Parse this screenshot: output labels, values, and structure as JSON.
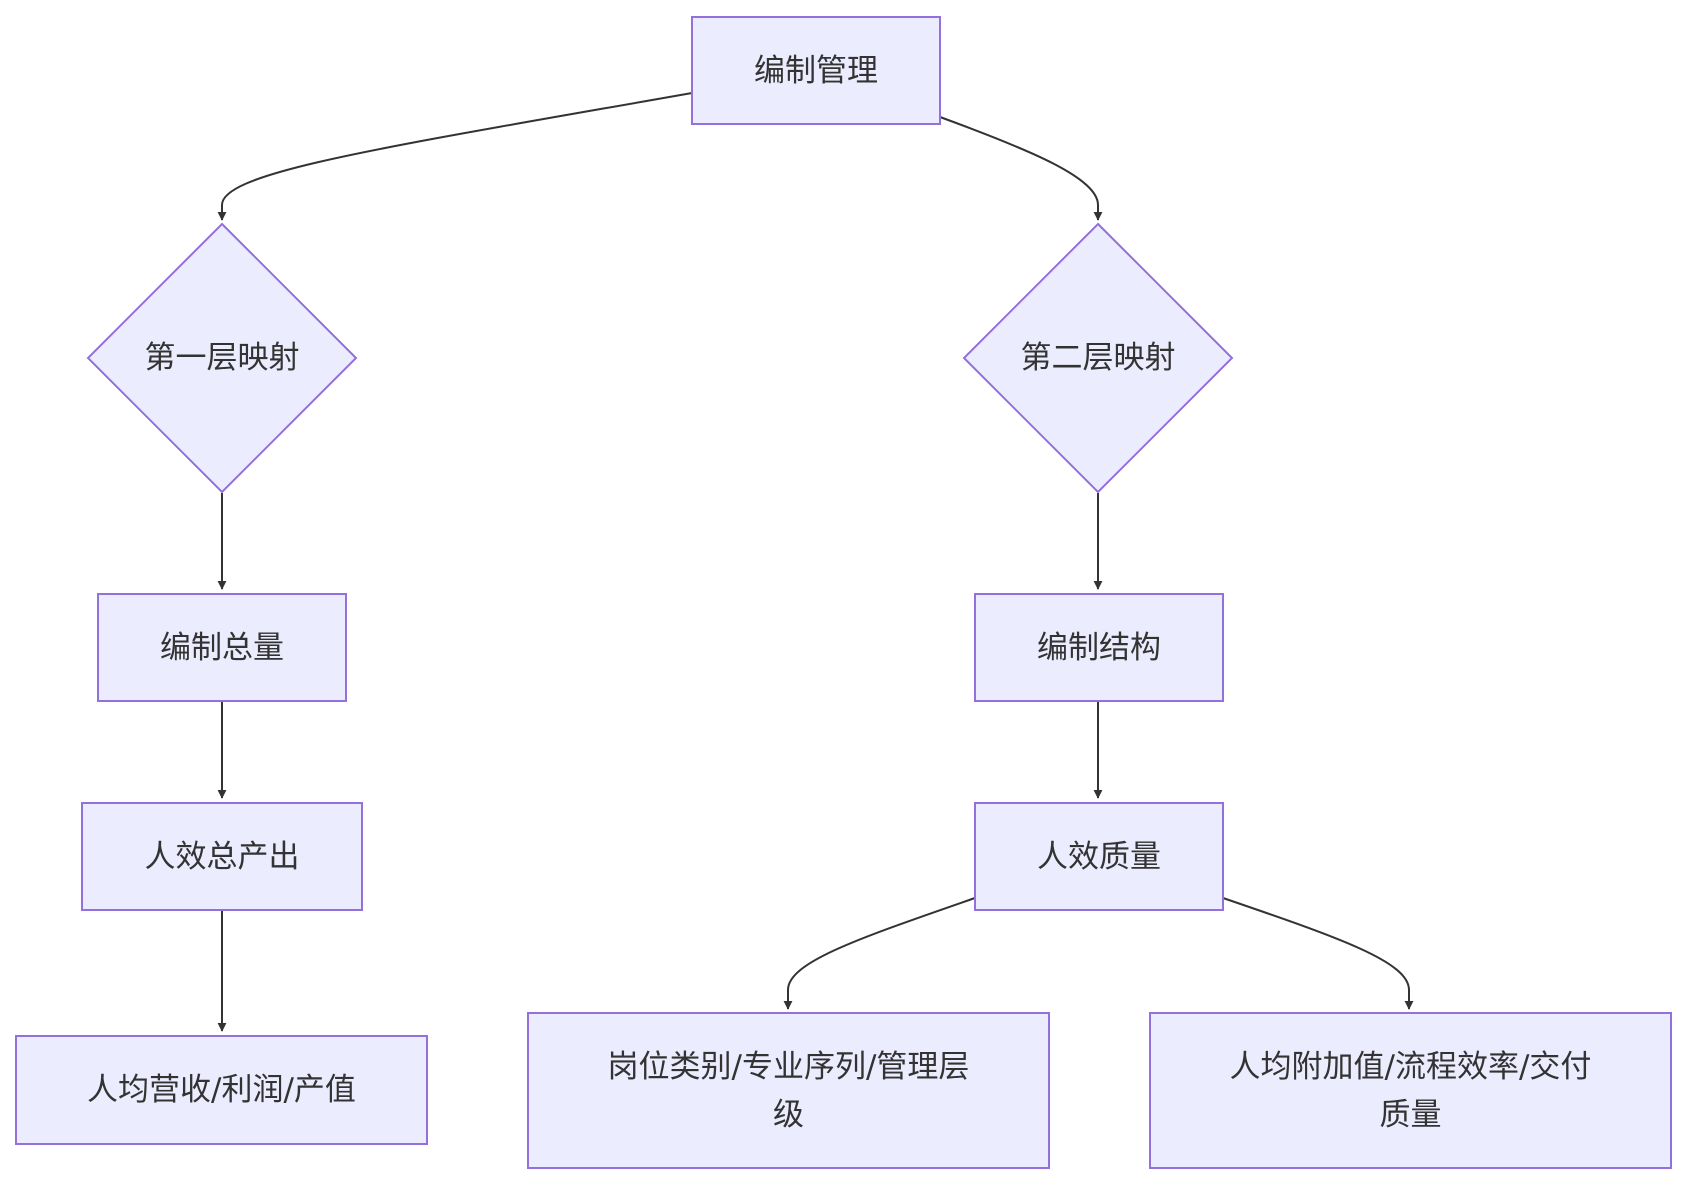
{
  "diagram": {
    "type": "flowchart",
    "colors": {
      "node_fill": "#ececff",
      "node_border": "#9370db",
      "edge": "#333333",
      "text": "#333333"
    },
    "nodes": {
      "root": "编制管理",
      "layer1": "第一层映射",
      "layer2": "第二层映射",
      "total": "编制总量",
      "structure": "编制结构",
      "output": "人效总产出",
      "quality": "人效质量",
      "per_capita": "人均营收/利润/产值",
      "positions": "岗位类别/专业序列/管理层级",
      "value_added": "人均附加值/流程效率/交付质量"
    },
    "edges": [
      [
        "root",
        "layer1"
      ],
      [
        "root",
        "layer2"
      ],
      [
        "layer1",
        "total"
      ],
      [
        "layer2",
        "structure"
      ],
      [
        "total",
        "output"
      ],
      [
        "structure",
        "quality"
      ],
      [
        "output",
        "per_capita"
      ],
      [
        "quality",
        "positions"
      ],
      [
        "quality",
        "value_added"
      ]
    ]
  }
}
